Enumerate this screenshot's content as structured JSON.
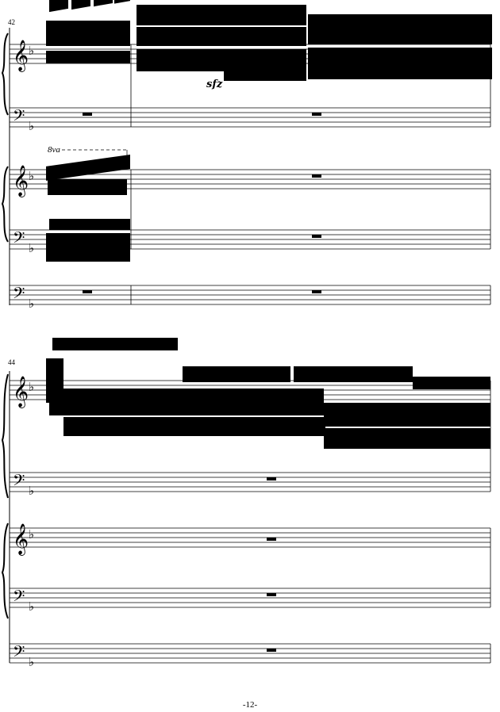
{
  "page": {
    "number_label": "-12-",
    "systems": [
      {
        "measure_start": "42",
        "dynamic": "sfz",
        "ottava": "8va",
        "key_signature": "F major (1 flat)",
        "rest_symbol": "▬"
      },
      {
        "measure_start": "44",
        "key_signature": "F major (1 flat)",
        "rest_symbol": "▬"
      }
    ],
    "clefs": {
      "treble": "𝄞",
      "bass": "𝄢"
    },
    "flat": "♭"
  }
}
